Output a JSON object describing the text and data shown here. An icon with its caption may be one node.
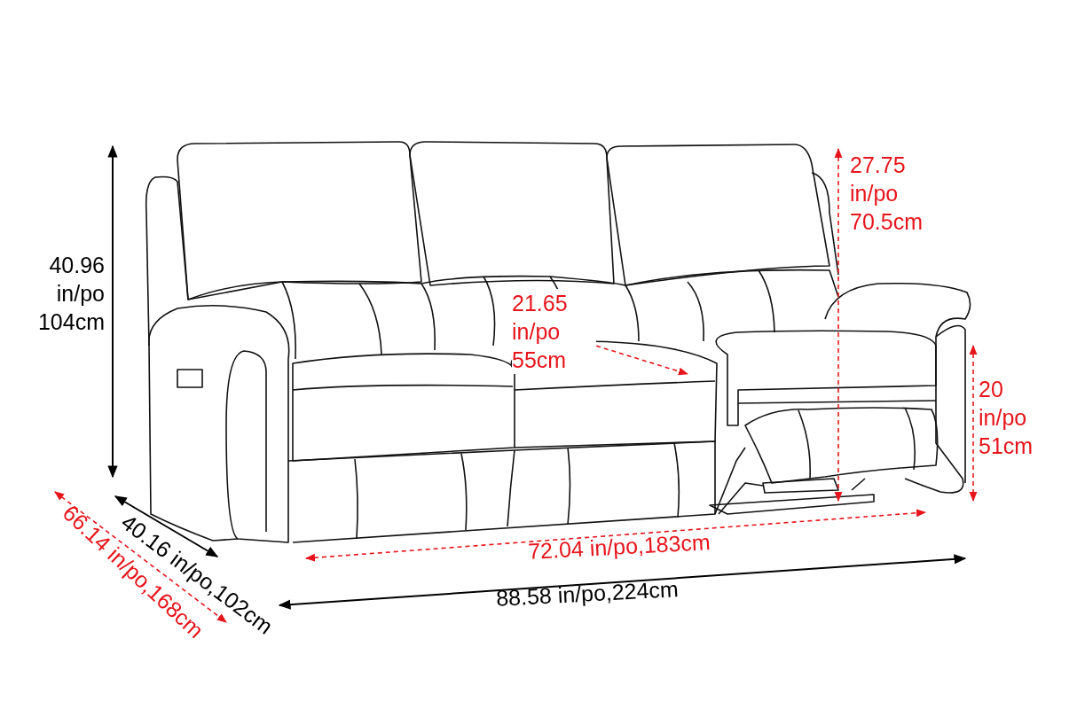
{
  "diagram": {
    "labels": [
      "40.96 in/po 104cm",
      "27.75 in/po 70.5cm",
      "21.65 in/po 55cm",
      "20 in/po 51cm",
      "40.16 in/po,102cm",
      "66.14 in/po,168cm",
      "72.04 in/po,183cm",
      "88.58 in/po,224cm"
    ]
  }
}
